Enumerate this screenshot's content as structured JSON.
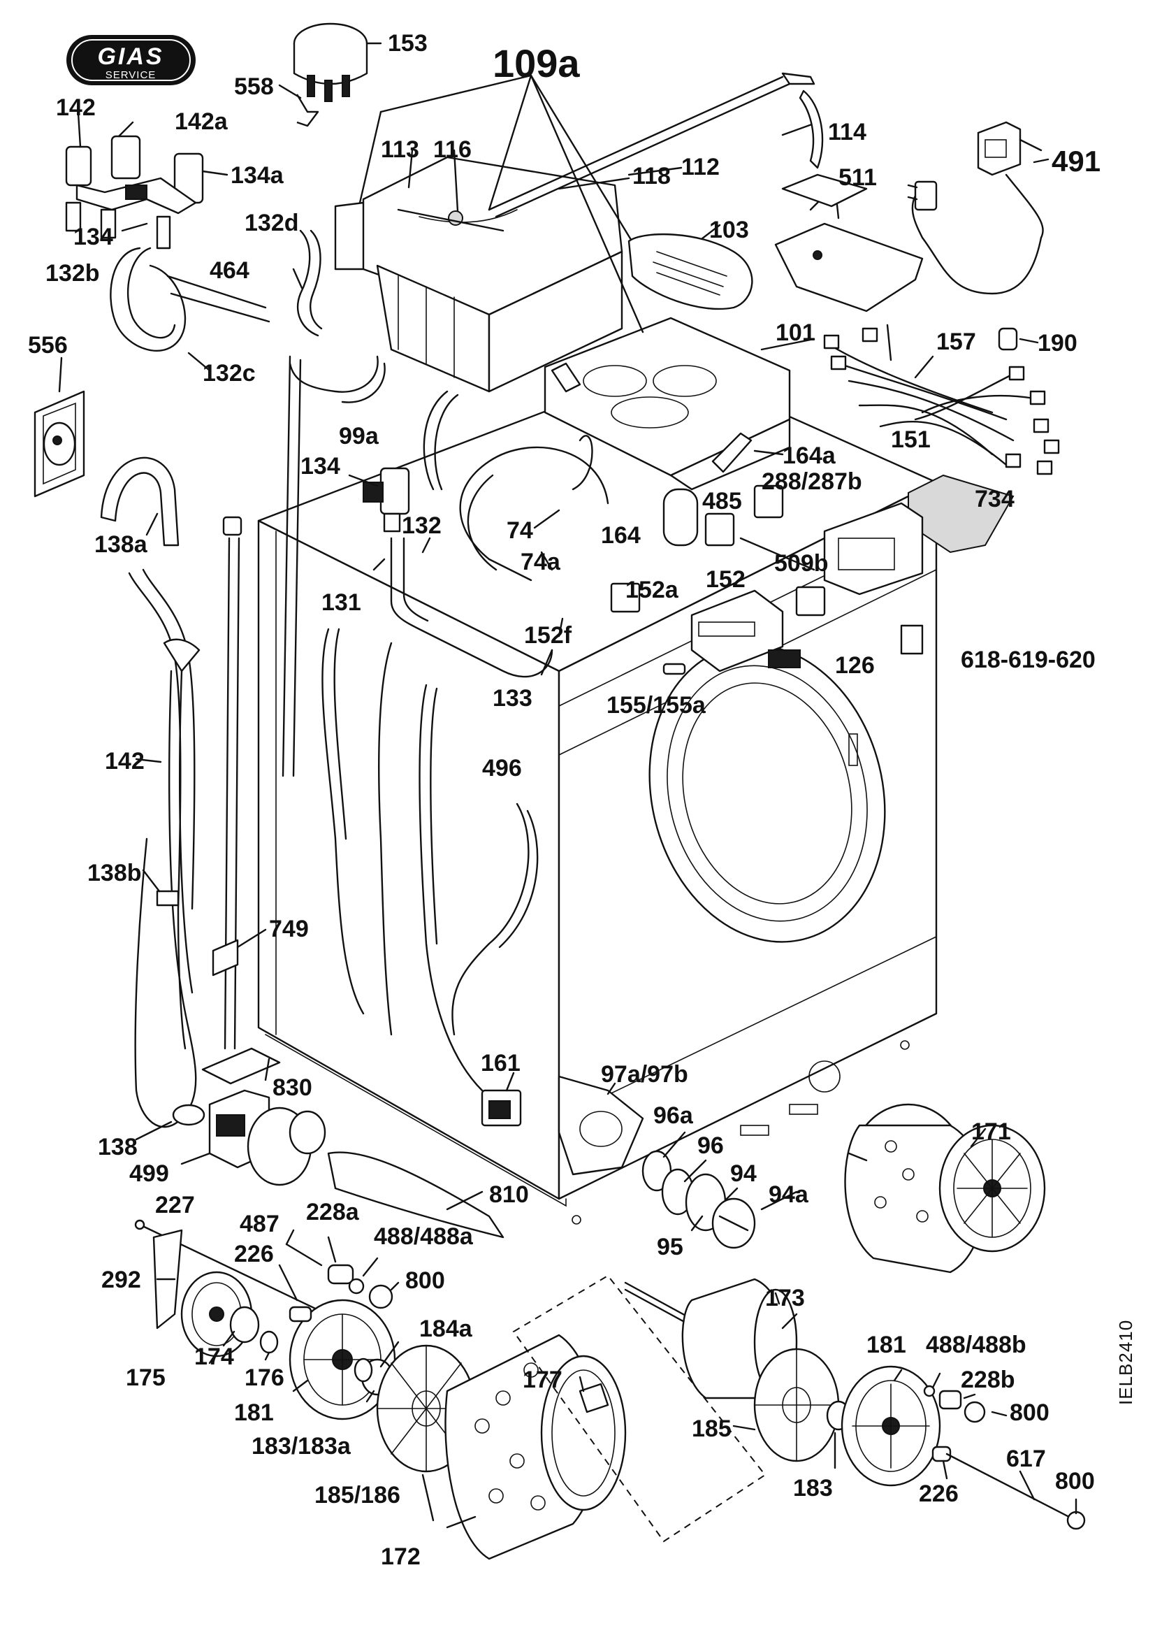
{
  "logo": {
    "brand": "GIAS",
    "tagline": "SERVICE"
  },
  "drawing_code": "IELB2410",
  "labels": {
    "l153": "153",
    "l558": "558",
    "l109a": "109a",
    "l142_top": "142",
    "l142a": "142a",
    "l134a": "134a",
    "l134_top": "134",
    "l113": "113",
    "l116": "116",
    "l118": "118",
    "l112": "112",
    "l114": "114",
    "l491": "491",
    "l511": "511",
    "l132d": "132d",
    "l132b": "132b",
    "l464": "464",
    "l103": "103",
    "l556": "556",
    "l132c": "132c",
    "l101": "101",
    "l157": "157",
    "l190": "190",
    "l99a": "99a",
    "l164a": "164a",
    "l151": "151",
    "l134_mid": "134",
    "l288": "288/287b",
    "l734": "734",
    "l485": "485",
    "l138a": "138a",
    "l132_mid": "132",
    "l74": "74",
    "l164": "164",
    "l74a": "74a",
    "l509b": "509b",
    "l131": "131",
    "l152a": "152a",
    "l152": "152",
    "l152f": "152f",
    "l618": "618-619-620",
    "l126": "126",
    "l133": "133",
    "l155": "155/155a",
    "l142_mid": "142",
    "l496": "496",
    "l138b": "138b",
    "l749": "749",
    "l161": "161",
    "l830": "830",
    "l97a": "97a/97b",
    "l171": "171",
    "l96a": "96a",
    "l138": "138",
    "l96": "96",
    "l499": "499",
    "l94": "94",
    "l810": "810",
    "l94a": "94a",
    "l227": "227",
    "l487": "487",
    "l228a": "228a",
    "l95": "95",
    "l488a": "488/488a",
    "l226_left": "226",
    "l292": "292",
    "l800_a": "800",
    "l173": "173",
    "l184a": "184a",
    "l175": "175",
    "l174": "174",
    "l181_right": "181",
    "l488b": "488/488b",
    "l176": "176",
    "l177": "177",
    "l228b": "228b",
    "l181_left": "181",
    "l800_b": "800",
    "l183a": "183/183a",
    "l185": "185",
    "l617": "617",
    "l800_c": "800",
    "l183": "183",
    "l226_right": "226",
    "l185_186": "185/186",
    "l172": "172"
  },
  "colors": {
    "ink": "#111111",
    "paper": "#ffffff",
    "shade": "#d9d9d9"
  }
}
